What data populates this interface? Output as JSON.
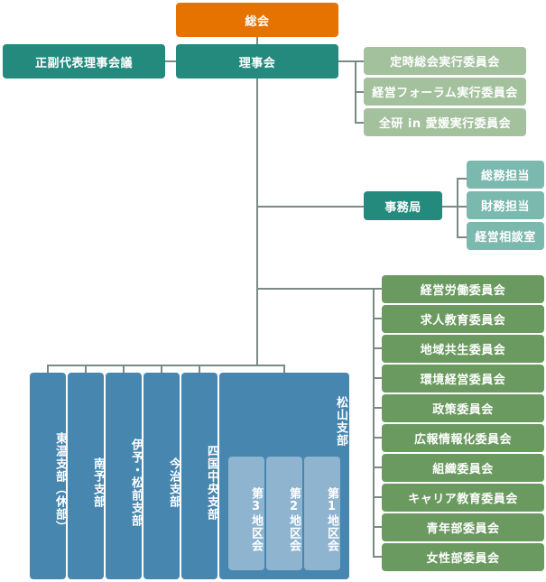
{
  "colors": {
    "general_assembly": "#e67300",
    "board": "#248a7e",
    "executive_committees": "#a4c19e",
    "secretariat_units": "#7bb8ae",
    "committees": "#6b9a60",
    "branches": "#4686af",
    "districts": "#8eb4cf",
    "connector": "#7a8a85"
  },
  "top": {
    "general_assembly": "総会",
    "board": "理事会",
    "officers_council": "正副代表理事会議"
  },
  "executive_committees": [
    "定時総会実行委員会",
    "経営フォーラム実行委員会",
    "全研 in 愛媛実行委員会"
  ],
  "secretariat": {
    "label": "事務局",
    "units": [
      "総務担当",
      "財務担当",
      "経営相談室"
    ]
  },
  "committees": [
    "経営労働委員会",
    "求人教育委員会",
    "地域共生委員会",
    "環境経営委員会",
    "政策委員会",
    "広報情報化委員会",
    "組織委員会",
    "キャリア教育委員会",
    "青年部委員会",
    "女性部委員会"
  ],
  "branches": [
    "東温支部（休部）",
    "南予支部",
    "伊予・松前支部",
    "今治支部",
    "四国中央支部"
  ],
  "matsuyama": {
    "label": "松山支部",
    "districts": [
      "第3地区会",
      "第2地区会",
      "第1地区会"
    ]
  }
}
